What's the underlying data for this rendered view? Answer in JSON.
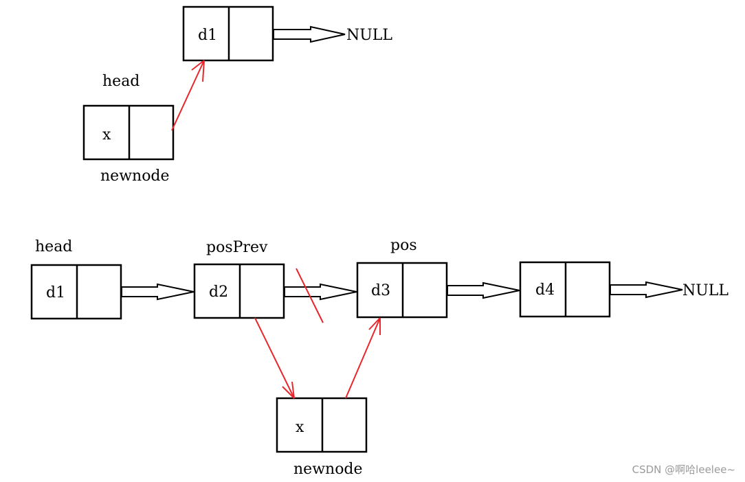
{
  "diagram": {
    "top": {
      "head_label": "head",
      "d1_label": "d1",
      "null_label": "NULL",
      "newnode_value": "x",
      "newnode_label": "newnode"
    },
    "bottom": {
      "head_label": "head",
      "posprev_label": "posPrev",
      "pos_label": "pos",
      "d1_label": "d1",
      "d2_label": "d2",
      "d3_label": "d3",
      "d4_label": "d4",
      "null_label": "NULL",
      "newnode_value": "x",
      "newnode_label": "newnode"
    },
    "colors": {
      "box_stroke": "#000000",
      "link_arrow": "#000000",
      "new_link": "#e8262b",
      "watermark": "#9a9a9a"
    }
  },
  "watermark": "CSDN @啊哈leelee~"
}
